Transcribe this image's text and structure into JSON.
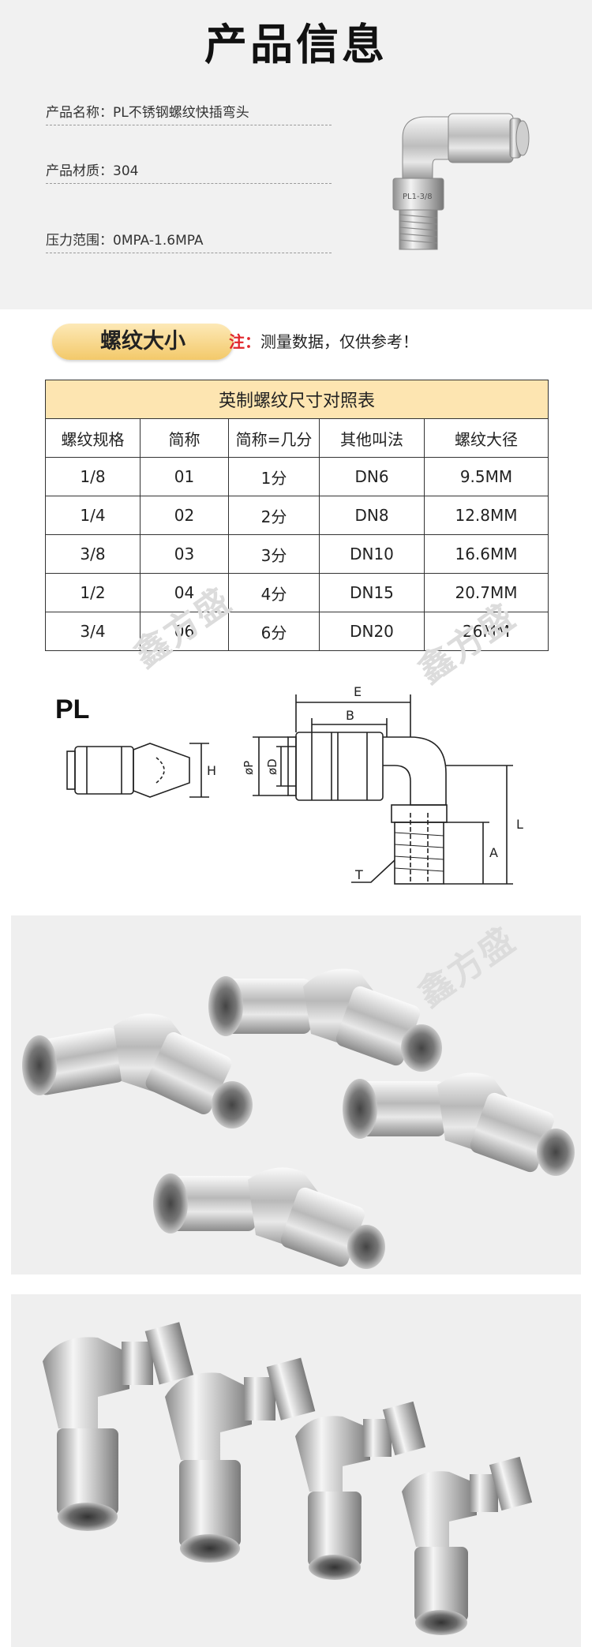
{
  "info": {
    "title": "产品信息",
    "rows": [
      {
        "label": "产品名称：",
        "value": "PL不锈钢螺纹快插弯头"
      },
      {
        "label": "产品材质：",
        "value": "304"
      },
      {
        "label": "压力范围：",
        "value": "0MPA-1.6MPA"
      }
    ],
    "fitting_marking": "PL1-3/8"
  },
  "thread": {
    "pill": "螺纹大小",
    "note_prefix": "注：",
    "note_text": "测量数据，仅供参考！"
  },
  "table": {
    "caption": "英制螺纹尺寸对照表",
    "headers": [
      "螺纹规格",
      "简称",
      "简称=几分",
      "其他叫法",
      "螺纹大径"
    ],
    "rows": [
      [
        "1/8",
        "01",
        "1分",
        "DN6",
        "9.5MM"
      ],
      [
        "1/4",
        "02",
        "2分",
        "DN8",
        "12.8MM"
      ],
      [
        "3/8",
        "03",
        "3分",
        "DN10",
        "16.6MM"
      ],
      [
        "1/2",
        "04",
        "4分",
        "DN15",
        "20.7MM"
      ],
      [
        "3/4",
        "06",
        "6分",
        "DN20",
        "26MM"
      ]
    ]
  },
  "diagram": {
    "model": "PL",
    "labels": {
      "E": "E",
      "B": "B",
      "H": "H",
      "P": "øP",
      "D": "øD",
      "L": "L",
      "A": "A",
      "T": "T"
    }
  },
  "watermark": "鑫方盛",
  "colors": {
    "pill": "#f3c96a",
    "caption_bg": "#fde5b1",
    "note_red": "#e0252b",
    "info_bg": "#f1f1f1"
  }
}
